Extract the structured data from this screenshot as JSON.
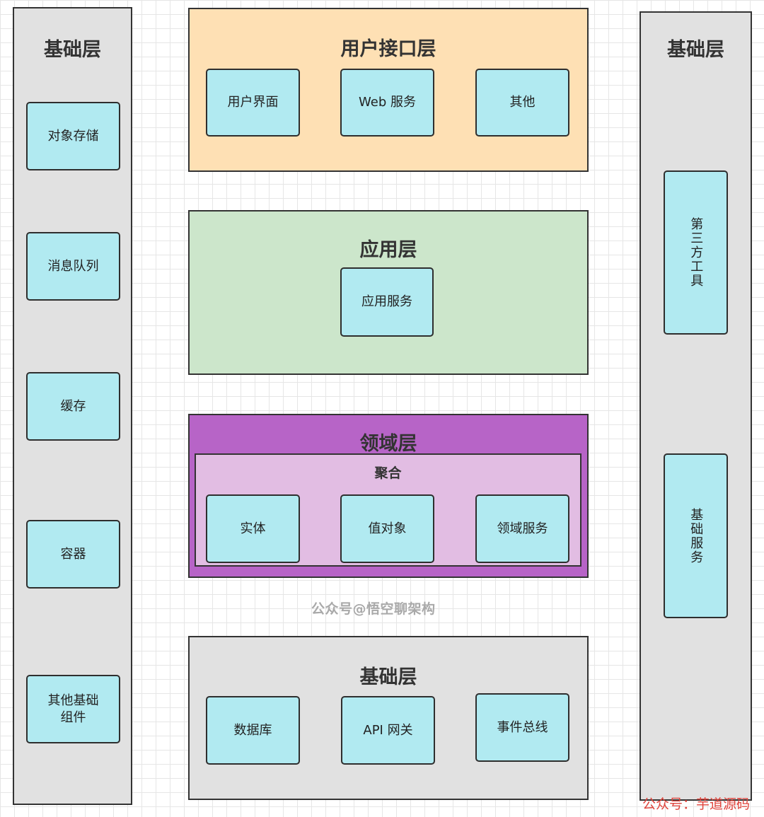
{
  "left_column": {
    "title": "基础层",
    "items": [
      "对象存储",
      "消息队列",
      "缓存",
      "容器",
      "其他基础\n组件"
    ]
  },
  "right_column": {
    "title": "基础层",
    "items": [
      "第三方工具",
      "基础服务"
    ]
  },
  "user_interface_layer": {
    "title": "用户接口层",
    "items": [
      "用户界面",
      "Web 服务",
      "其他"
    ]
  },
  "application_layer": {
    "title": "应用层",
    "items": [
      "应用服务"
    ]
  },
  "domain_layer": {
    "title": "领域层",
    "aggregate_label": "聚合",
    "items": [
      "实体",
      "值对象",
      "领域服务"
    ]
  },
  "infrastructure_layer": {
    "title": "基础层",
    "items": [
      "数据库",
      "API 网关",
      "事件总线"
    ]
  },
  "watermarks": {
    "center": "公众号@悟空聊架构",
    "corner": "公众号：芋道源码"
  },
  "colors": {
    "component_fill": "#b1eaf1",
    "infrastructure_fill": "#e1e1e1",
    "user_interface_fill": "#fee0b4",
    "application_fill": "#cce6cb",
    "domain_fill": "#b764c7",
    "aggregate_fill": "#e2bde3"
  }
}
